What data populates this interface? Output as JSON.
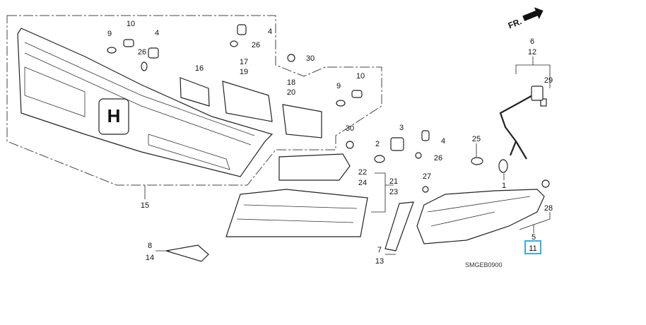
{
  "diagram": {
    "orientation_label": "FR.",
    "diagram_code": "SMGEB0900",
    "highlighted_part": "11",
    "highlight_color": "#3aaee0",
    "callouts": {
      "c9a": "9",
      "c10a": "10",
      "c4a": "4",
      "c26a": "26",
      "c4b": "4",
      "c26b": "26",
      "c30a": "30",
      "c16": "16",
      "c17": "17",
      "c19": "19",
      "c18": "18",
      "c20": "20",
      "c9b": "9",
      "c10b": "10",
      "c30b": "30",
      "c2": "2",
      "c3": "3",
      "c4c": "4",
      "c26c": "26",
      "c25": "25",
      "c27": "27",
      "c22": "22",
      "c24": "24",
      "c21": "21",
      "c23": "23",
      "c15": "15",
      "c8": "8",
      "c14": "14",
      "c7": "7",
      "c13": "13",
      "c1": "1",
      "c28": "28",
      "c5": "5",
      "c11": "11",
      "c6": "6",
      "c12": "12",
      "c29": "29"
    }
  }
}
